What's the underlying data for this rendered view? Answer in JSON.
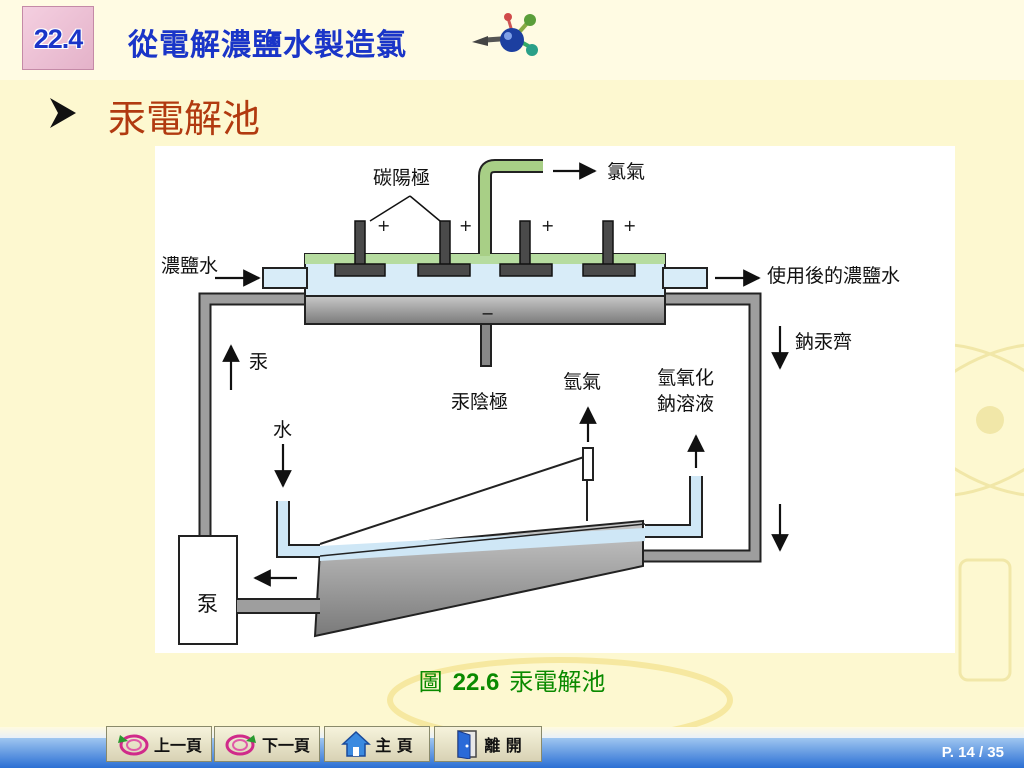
{
  "header": {
    "section_number": "22.4",
    "title": "從電解濃鹽水製造氯"
  },
  "subheading": "汞電解池",
  "diagram": {
    "labels": {
      "carbon_anode": "碳陽極",
      "chlorine": "氯氣",
      "brine_in": "濃鹽水",
      "used_brine": "使用後的濃鹽水",
      "sodium_amalgam": "鈉汞齊",
      "mercury": "汞",
      "mercury_cathode": "汞陰極",
      "hydrogen": "氫氣",
      "naoh_line1": "氫氧化",
      "naoh_line2": "鈉溶液",
      "water": "水",
      "pump": "泵",
      "plus": "+",
      "minus": "−"
    }
  },
  "caption": {
    "prefix": "圖",
    "number": "22.6",
    "text": "汞電解池"
  },
  "nav": {
    "prev": "上一頁",
    "next": "下一頁",
    "home": "主 頁",
    "exit": "離 開"
  },
  "page_indicator": "P. 14 / 35"
}
